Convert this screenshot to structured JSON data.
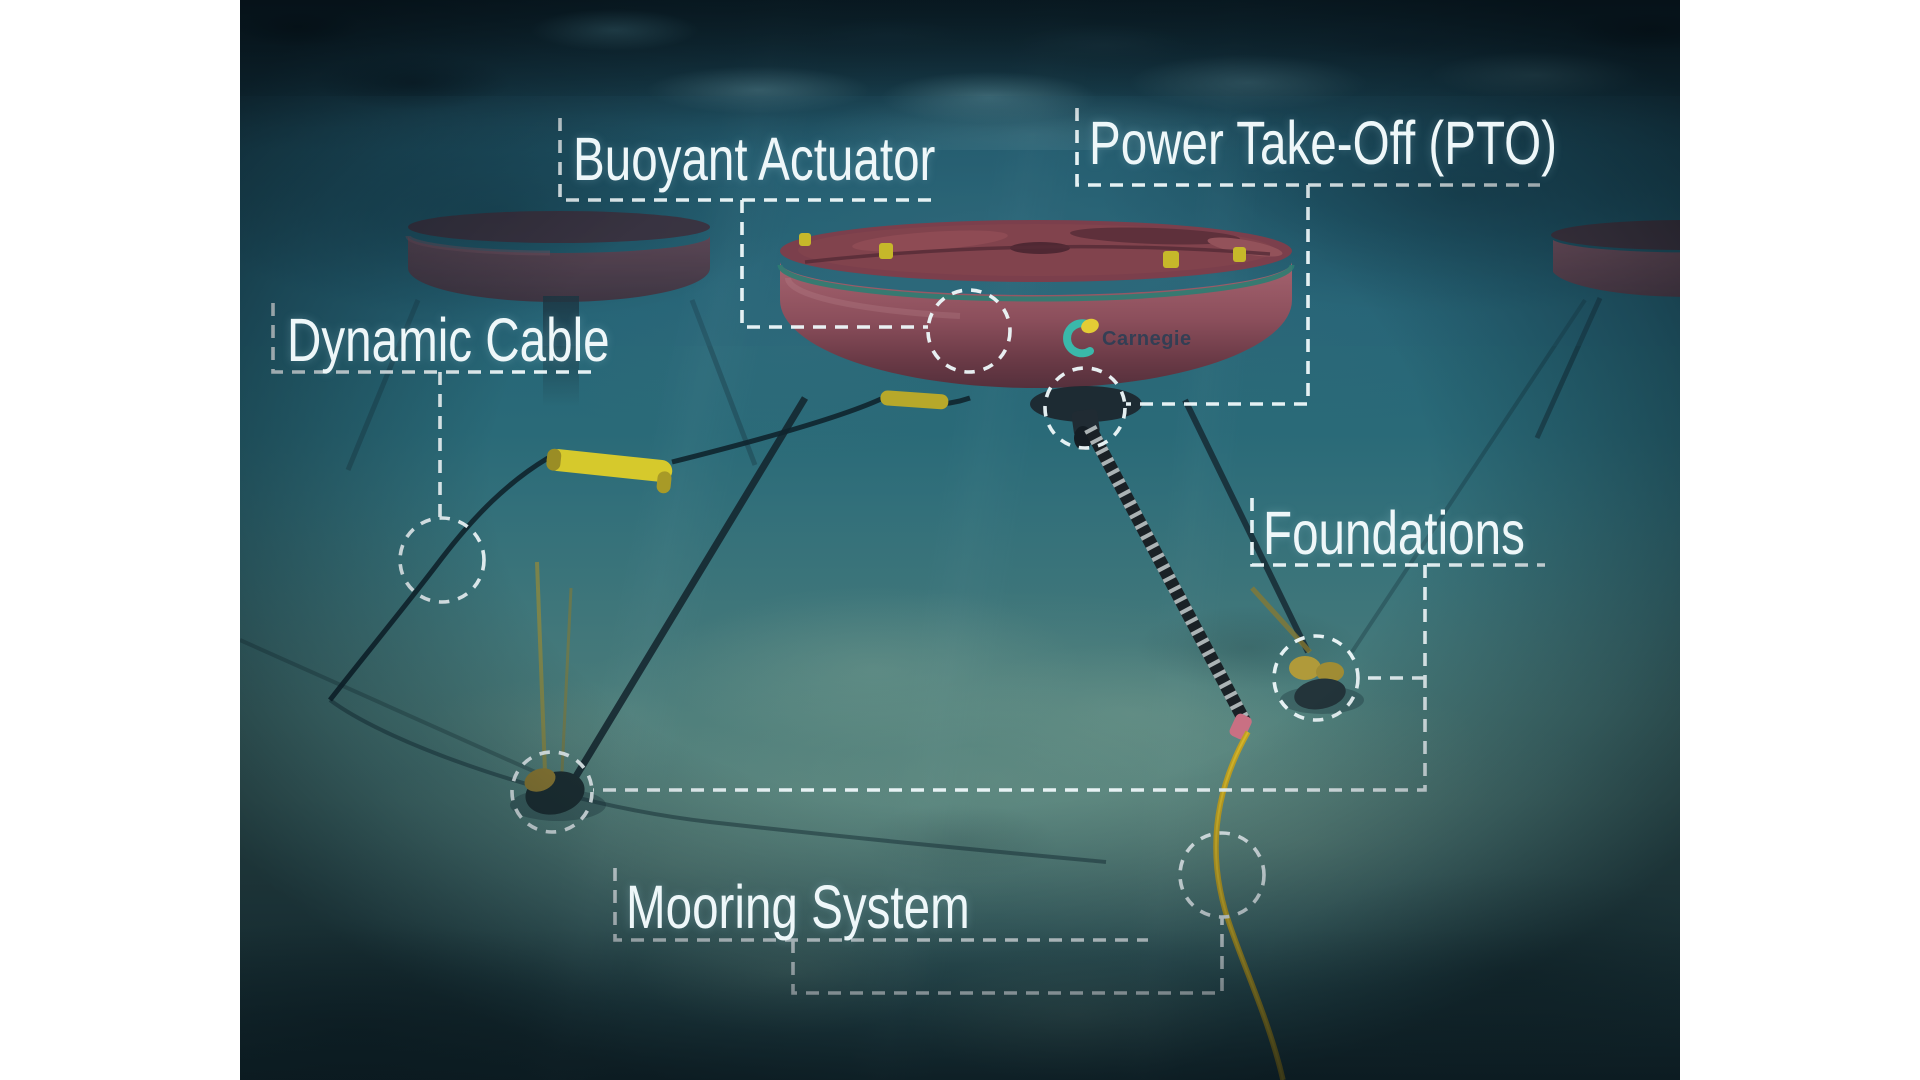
{
  "scene": {
    "description": "Underwater 3D render of a wave energy converter array with annotated components"
  },
  "labels": {
    "buoyant_actuator": "Buoyant Actuator",
    "power_take_off": "Power Take-Off (PTO)",
    "dynamic_cable": "Dynamic Cable",
    "foundations": "Foundations",
    "mooring_system": "Mooring System"
  },
  "device": {
    "brand": "Carnegie"
  },
  "colors": {
    "annotation_white": "#eef7f9",
    "water_teal": "#266476",
    "seabed_green": "#4b7f7e",
    "hull_red": "#8c4f5c",
    "hull_rim_teal": "#2c7d72",
    "float_yellow": "#d6c92c",
    "rope_yellow": "#bfa021",
    "logo_teal": "#3ab8aa",
    "logo_yellow": "#e3cc35",
    "pillarbox": "#ffffff"
  }
}
